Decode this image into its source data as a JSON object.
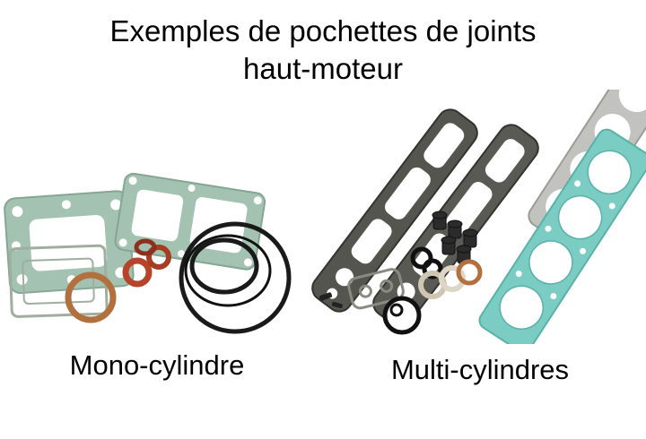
{
  "title": {
    "line1": "Exemples de pochettes de joints",
    "line2": "haut-moteur"
  },
  "captions": {
    "left": "Mono-cylindre",
    "right": "Multi-cylindres"
  },
  "images": {
    "left_alt": "mono-cylinder top-end gasket kit photo",
    "right_alt": "multi-cylinder top-end gasket kit photo"
  },
  "colors": {
    "background": "#ffffff",
    "text": "#000000",
    "gasket_green": "#a3c2b2",
    "gasket_green_edge": "#7da893",
    "gasket_teal": "#7bccc3",
    "gasket_dark": "#55554f",
    "gasket_gray": "#c2c2bf",
    "oring_red": "#b5442a",
    "ring_copper": "#b2703f",
    "ring_black": "#1a1a1a",
    "ring_cream": "#cfc6b2"
  }
}
